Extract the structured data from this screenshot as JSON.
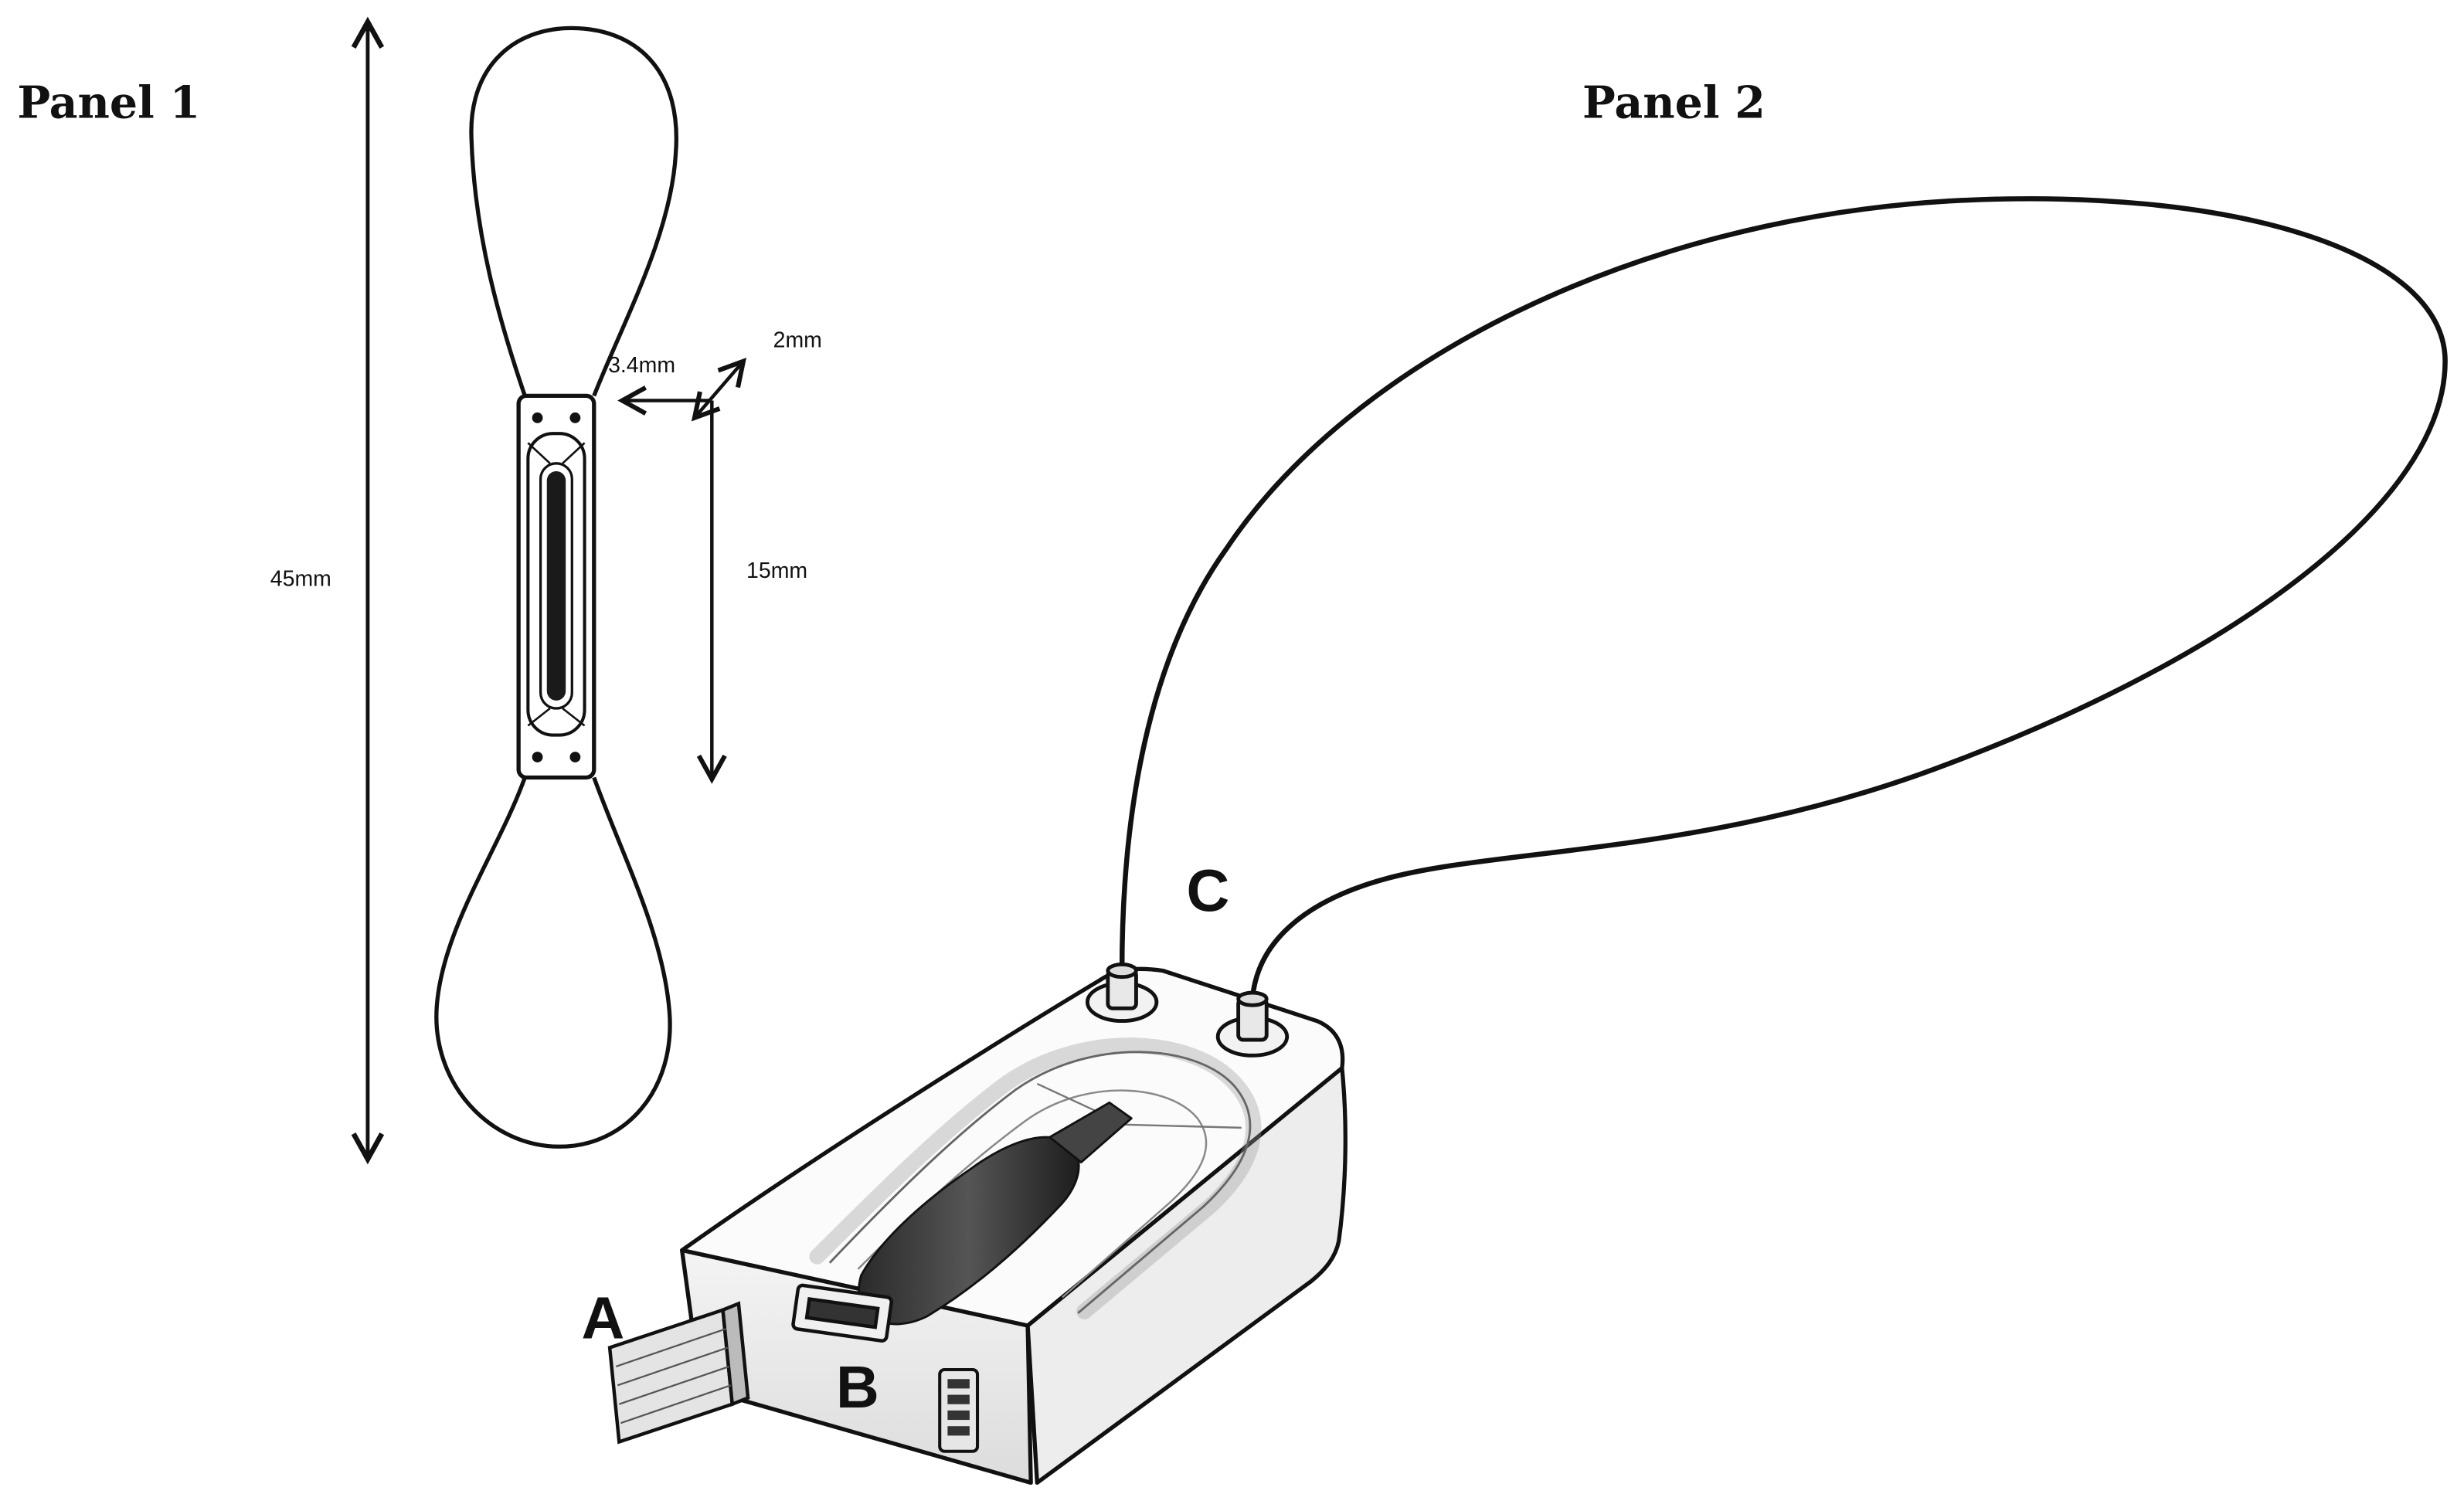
{
  "panels": {
    "panel1_title": "Panel 1",
    "panel2_title": "Panel 2"
  },
  "dimensions": {
    "overall_length": "45mm",
    "gauge_length": "15mm",
    "gauge_width": "3.4mm",
    "thickness": "2mm"
  },
  "labels": {
    "a": "A",
    "b": "B",
    "c": "C"
  },
  "colors": {
    "line": "#111111",
    "background": "#ffffff"
  }
}
